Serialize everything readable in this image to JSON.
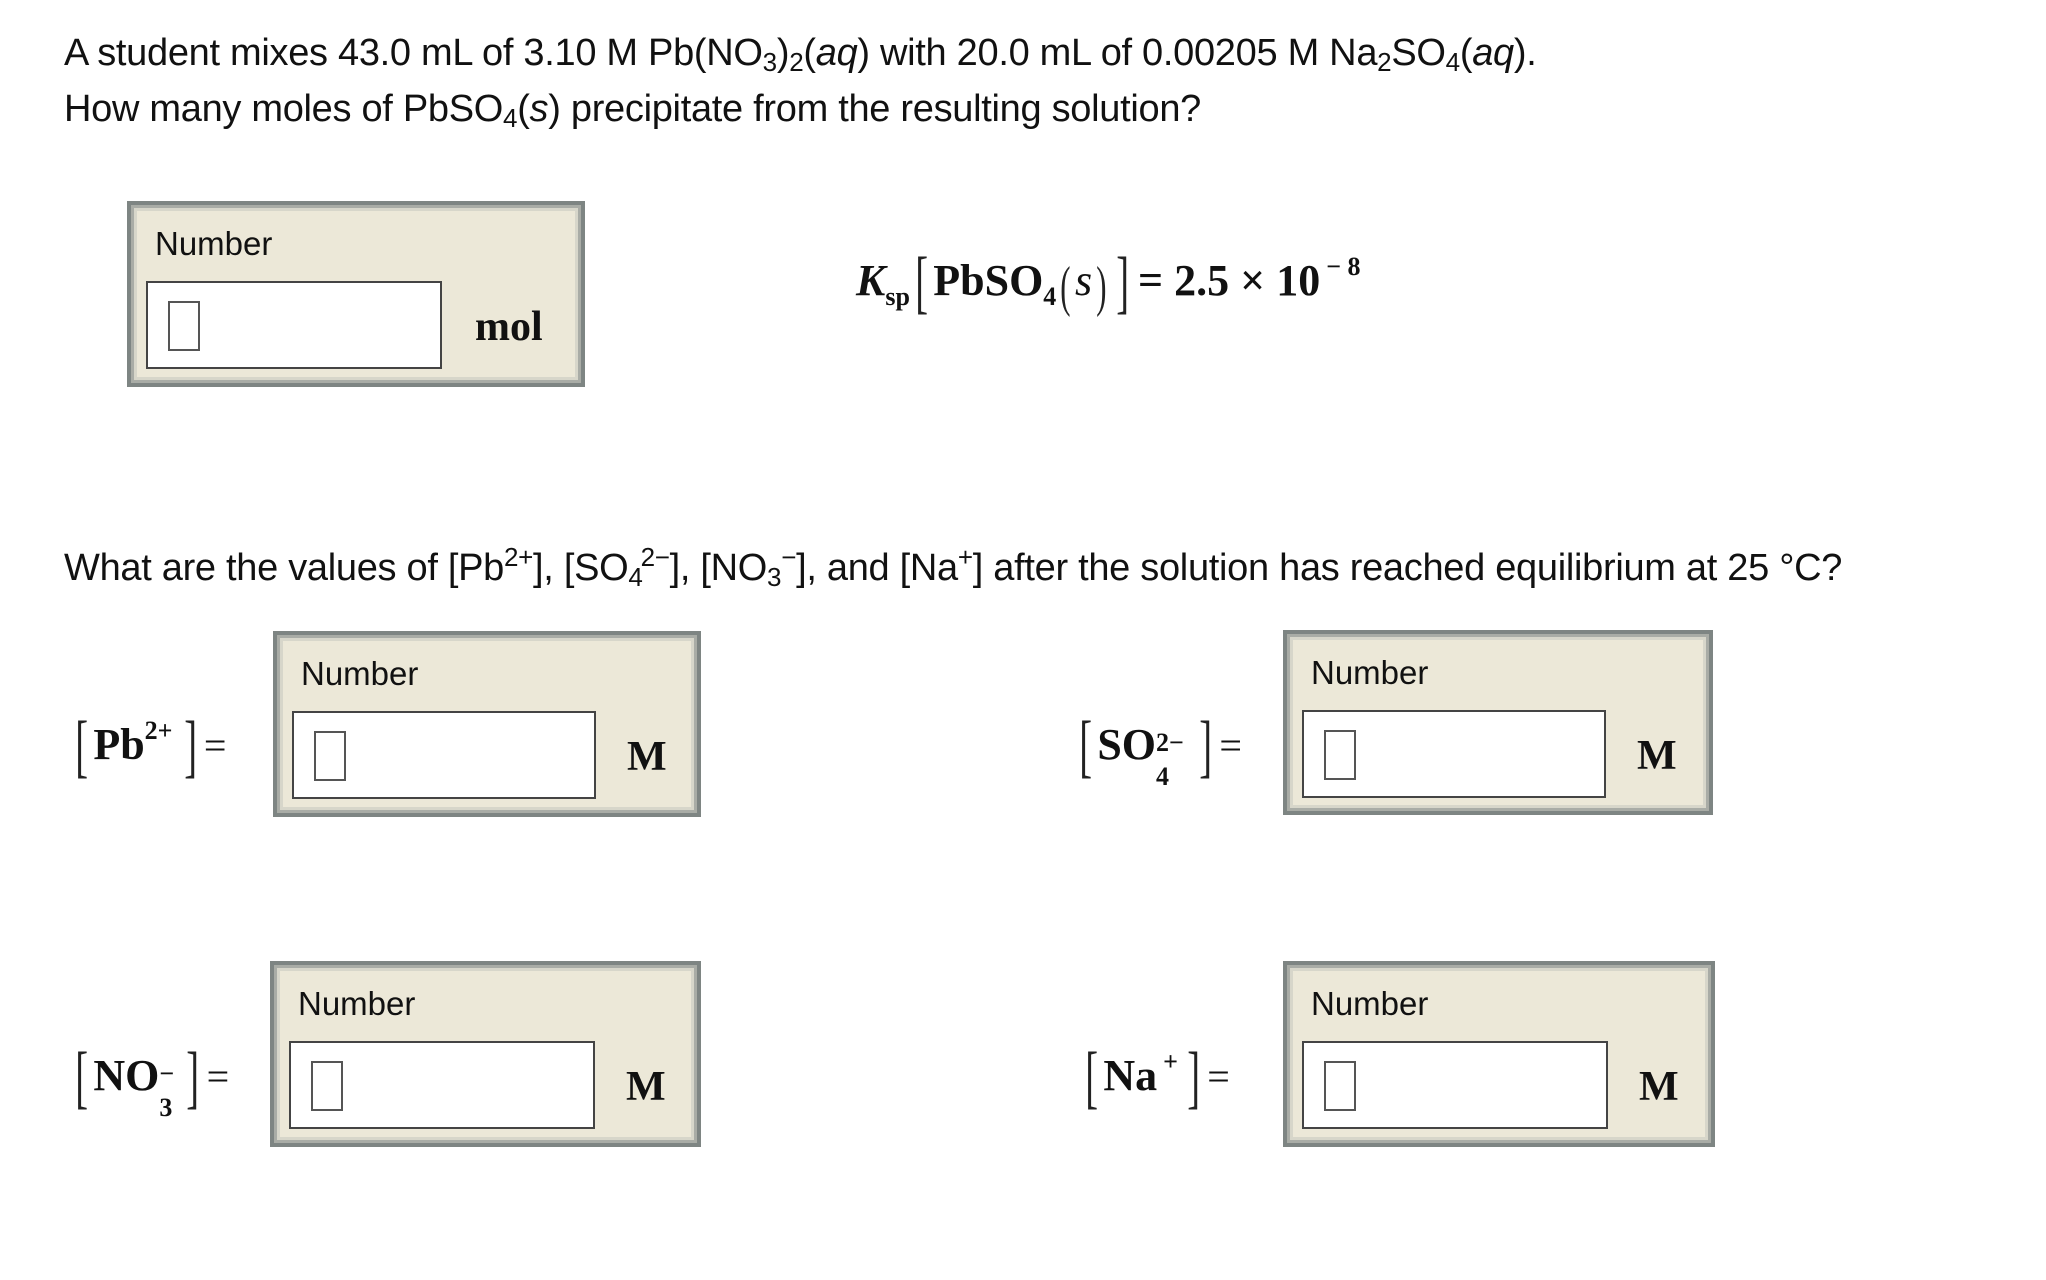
{
  "question1": {
    "line1": {
      "prefix": "A student mixes 43.0 mL of 3.10 M Pb(NO",
      "sub1": "3",
      "mid1": ")",
      "sub2": "2",
      "aq1_open": "(",
      "aq1": "aq",
      "aq1_close": ") with 20.0 mL of 0.00205 M Na",
      "sub3": "2",
      "mid2": "SO",
      "sub4": "4",
      "aq2_open": "(",
      "aq2": "aq",
      "aq2_close": ")."
    },
    "line2": {
      "prefix": "How many moles of PbSO",
      "sub1": "4",
      "s_open": "(",
      "s": "s",
      "suffix": ") precipitate from the resulting solution?"
    }
  },
  "moles_answer": {
    "label": "Number",
    "value": "",
    "unit": "mol"
  },
  "ksp": {
    "symbol": "K",
    "sub": "sp",
    "compound": "PbSO",
    "compound_sub": "4",
    "state": "s",
    "equals": "= 2.5 × 10",
    "exponent": "− 8"
  },
  "question2": {
    "t1": "What are the values of [Pb",
    "sup1": "2+",
    "t2": "], [SO",
    "sub1": "4",
    "sup2": "2−",
    "t3": "], [NO",
    "sub2": "3",
    "sup3": "−",
    "t4": "], and [Na",
    "sup4": "+",
    "t5": "] after the solution has reached equilibrium at 25 °C?"
  },
  "concentrations": [
    {
      "ion": "Pb",
      "sup": "2+",
      "sub": "",
      "label": "Number",
      "value": "",
      "unit": "M"
    },
    {
      "ion": "SO",
      "sup": "2−",
      "sub": "4",
      "label": "Number",
      "value": "",
      "unit": "M"
    },
    {
      "ion": "NO",
      "sup": "−",
      "sub": "3",
      "label": "Number",
      "value": "",
      "unit": "M"
    },
    {
      "ion": "Na",
      "sup": "+",
      "sub": "",
      "label": "Number",
      "value": "",
      "unit": "M"
    }
  ],
  "symbols": {
    "equals": "=",
    "lbracket": "[",
    "rbracket": "]",
    "lparen": "(",
    "rparen": ")"
  },
  "colors": {
    "box_bg": "#ece8d8",
    "box_border": "#7e8583"
  }
}
